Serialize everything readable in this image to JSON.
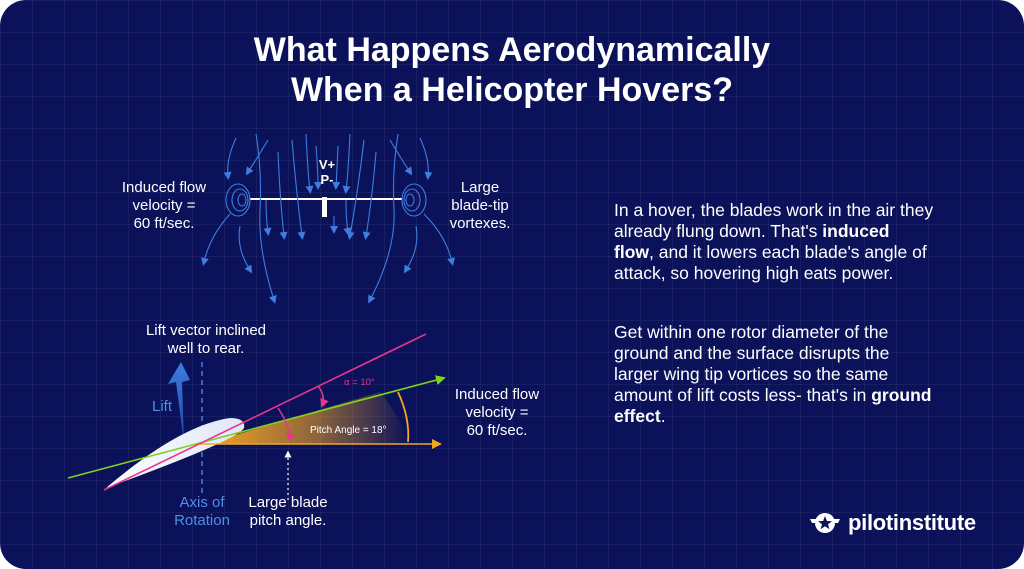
{
  "title": {
    "line1": "What Happens Aerodynamically",
    "line2": "When a Helicopter Hovers?"
  },
  "top_diagram": {
    "left_label": [
      "Induced flow",
      "velocity =",
      "60 ft/sec."
    ],
    "right_label": [
      "Large",
      "blade-tip",
      "vortexes."
    ],
    "rotor_label_1": "V+",
    "rotor_label_2": "P-"
  },
  "bottom_diagram": {
    "lift_vector_label": [
      "Lift vector inclined",
      "well to rear."
    ],
    "lift_label": "Lift",
    "alpha_label": "α = 10°",
    "pitch_label": "Pitch Angle = 18°",
    "flow_label": [
      "Induced flow",
      "velocity =",
      "60 ft/sec."
    ],
    "axis_label": [
      "Axis of",
      "Rotation"
    ],
    "pitch_angle_label": [
      "Large blade",
      "pitch angle."
    ]
  },
  "body": {
    "p1_a": "In a hover, the blades work in the air they already flung down. That's ",
    "p1_bold": "induced flow",
    "p1_b": ", and it lowers each blade's angle of attack, so hovering high eats power.",
    "p2_a": "Get within one rotor diameter of the ground and the surface disrupts the larger wing tip vortices so the same amount of lift costs less- that's in ",
    "p2_bold": "ground effect",
    "p2_b": "."
  },
  "logo": {
    "text": "pilotinstitute",
    "icon": "star-wings-icon"
  },
  "colors": {
    "background": "#0b1259",
    "flow_lines": "#3d7ee0",
    "pink": "#e8358f",
    "green": "#7ed321",
    "orange": "#f5a623",
    "blue_text": "#4d8fe6"
  }
}
